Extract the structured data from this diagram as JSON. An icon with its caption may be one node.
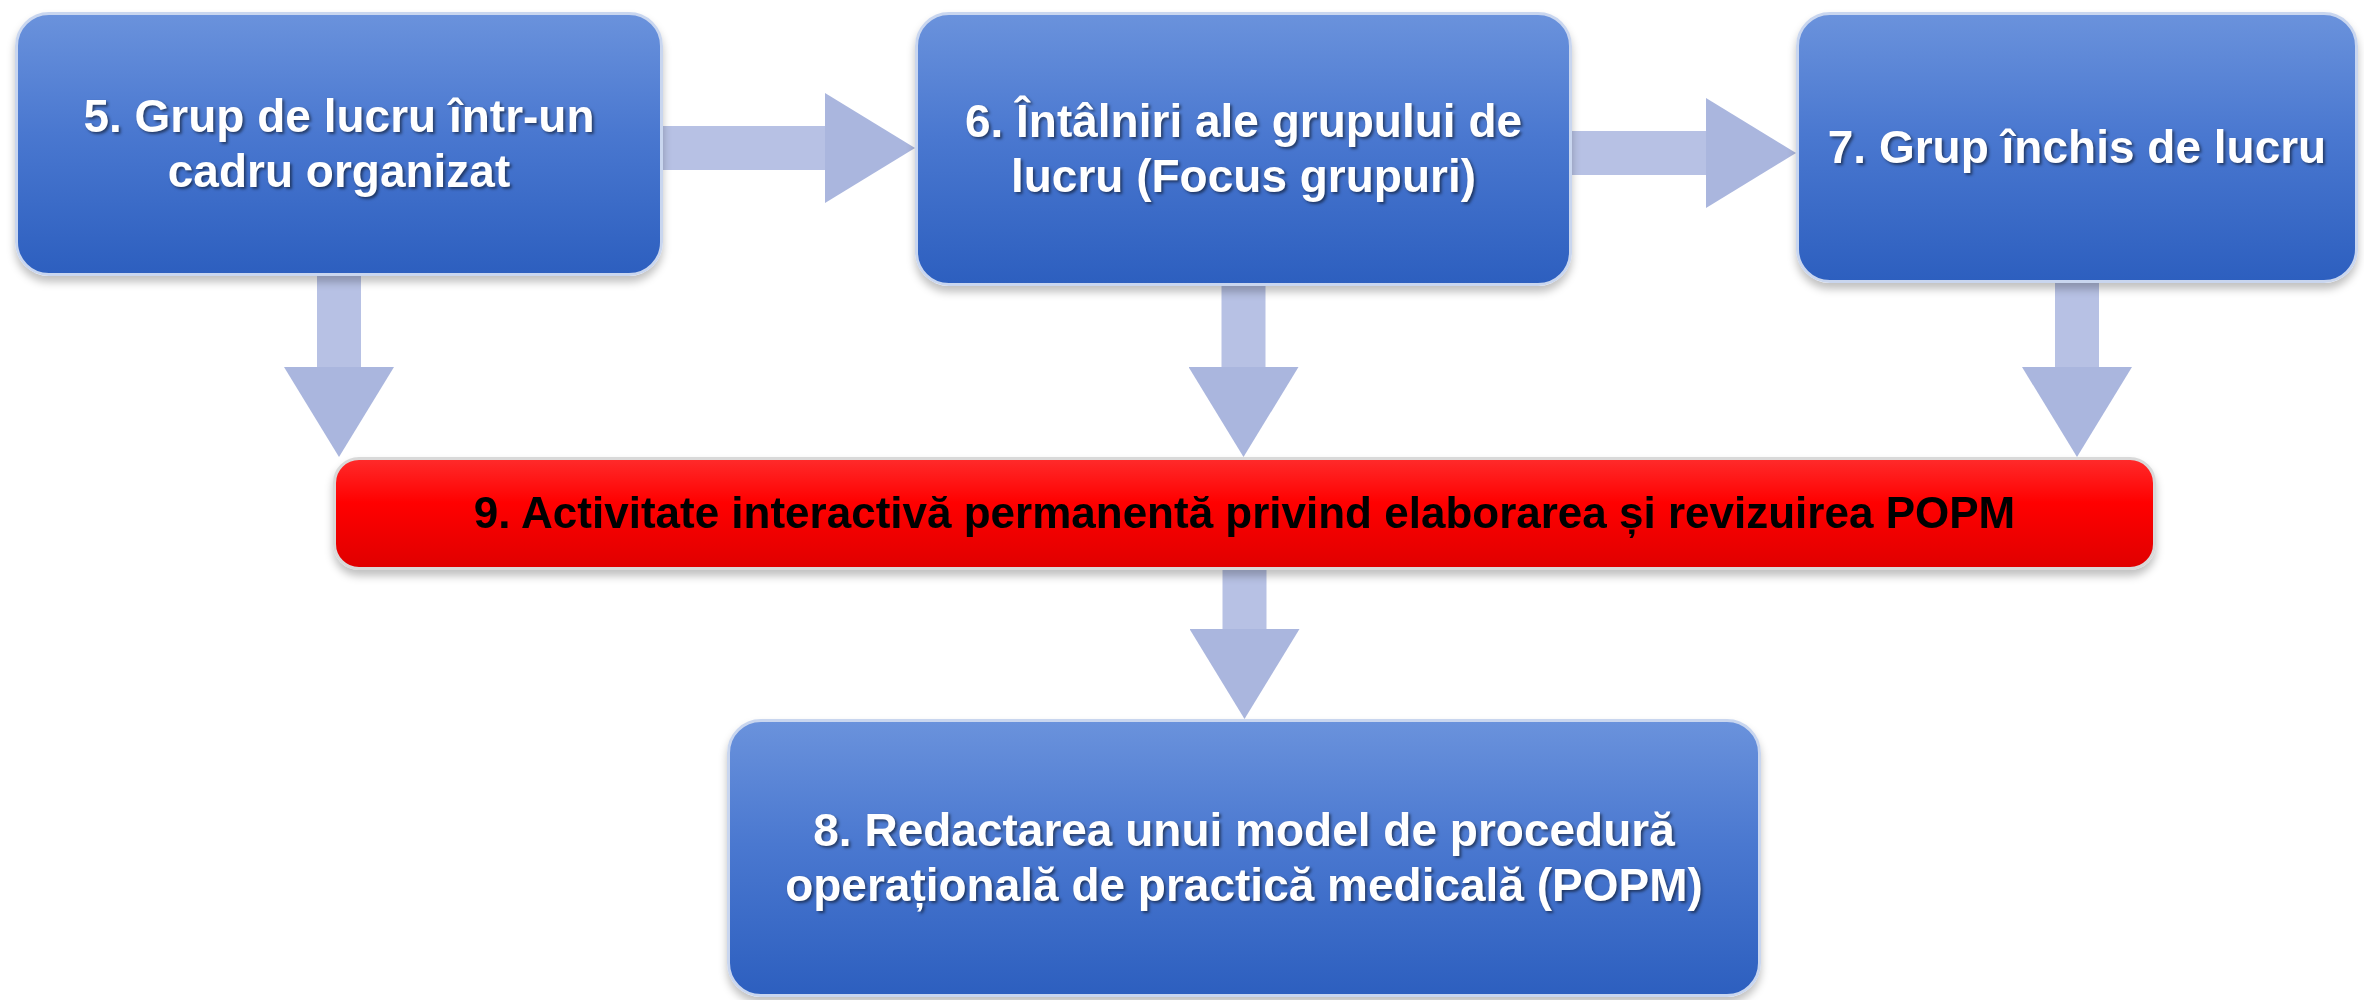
{
  "diagram": {
    "nodes": [
      {
        "text": [
          "5. Grup de lucru într-un cadru organizat"
        ]
      },
      {
        "text": [
          "6. Întâlniri ale grupului de lucru (Focus grupuri)"
        ]
      },
      {
        "text": [
          "7. Grup închis de lucru"
        ]
      },
      {
        "text": [
          "9. Activitate interactivă permanentă privind elaborarea și revizuirea POPM"
        ]
      },
      {
        "text": [
          "8. Redactarea unui model de procedură operațională de practică medicală (POPM)"
        ]
      }
    ],
    "edges": [
      {
        "from": 0,
        "to": 1,
        "arrow": "to"
      },
      {
        "from": 1,
        "to": 2,
        "arrow": "to"
      },
      {
        "from": 0,
        "to": 3,
        "arrow": "to"
      },
      {
        "from": 1,
        "to": 3,
        "arrow": "to"
      },
      {
        "from": 2,
        "to": 3,
        "arrow": "to"
      },
      {
        "from": 3,
        "to": 4,
        "arrow": "to"
      }
    ]
  }
}
